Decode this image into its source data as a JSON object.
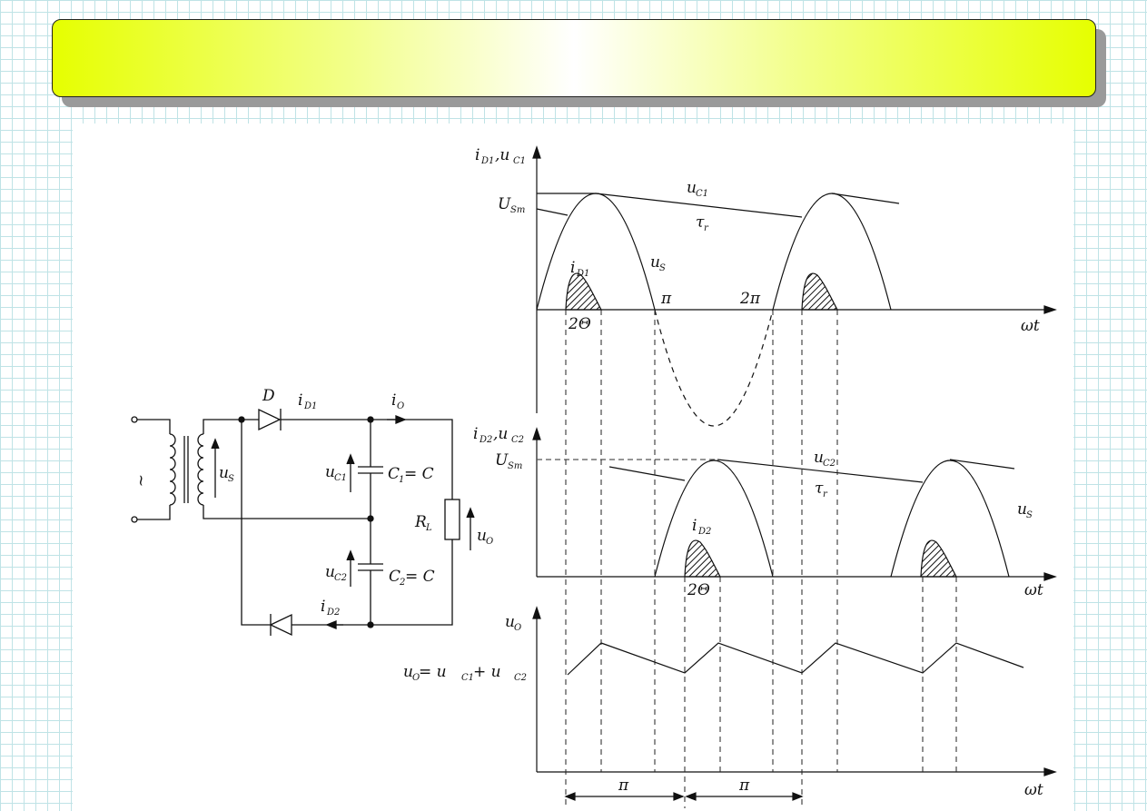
{
  "title": "",
  "labels": {
    "D": "D",
    "iD1": "i",
    "iD1_sub": "D1",
    "iO": "i",
    "iO_sub": "O",
    "uS": "u",
    "uS_sub": "S",
    "uC1": "u",
    "uC1_sub": "C1",
    "C1eq": "C",
    "C1eq_sub": "1",
    "C1eq_rest": " = C",
    "RL": "R",
    "RL_sub": "L",
    "uO": "u",
    "uO_sub": "O",
    "uC2": "u",
    "uC2_sub": "C2",
    "C2eq": "C",
    "C2eq_sub": "2",
    "C2eq_rest": " = C",
    "iD2": "i",
    "iD2_sub": "D2",
    "tilde": "~"
  },
  "graph1": {
    "ylabel": "i",
    "ylabel_sub": "D1",
    "ylabel2": ",u",
    "ylabel2_sub": "C1",
    "USm": "U",
    "USm_sub": "Sm",
    "uC1": "u",
    "uC1_sub": "C1",
    "tau": "τ",
    "tau_sub": "r",
    "iD1": "i",
    "iD1_sub": "D1",
    "uS": "u",
    "uS_sub": "S",
    "pi": "π",
    "twopi": "2π",
    "theta": "2Θ",
    "wt": "ωt"
  },
  "graph2": {
    "ylabel": "i",
    "ylabel_sub": "D2",
    "ylabel2": ",u",
    "ylabel2_sub": "C2",
    "USm": "U",
    "USm_sub": "Sm",
    "uC2": "u",
    "uC2_sub": "C2",
    "tau": "τ",
    "tau_sub": "r",
    "iD2": "i",
    "iD2_sub": "D2",
    "uS": "u",
    "uS_sub": "S",
    "theta": "2Θ",
    "wt": "ωt"
  },
  "graph3": {
    "ylabel": "u",
    "ylabel_sub": "O",
    "eq_u": "u",
    "eq_u_sub": "O",
    "eq_mid": " = u",
    "eq_c1": "C1",
    "eq_plus": " + u",
    "eq_c2": "C2",
    "pi1": "π",
    "pi2": "π",
    "wt": "ωt"
  }
}
